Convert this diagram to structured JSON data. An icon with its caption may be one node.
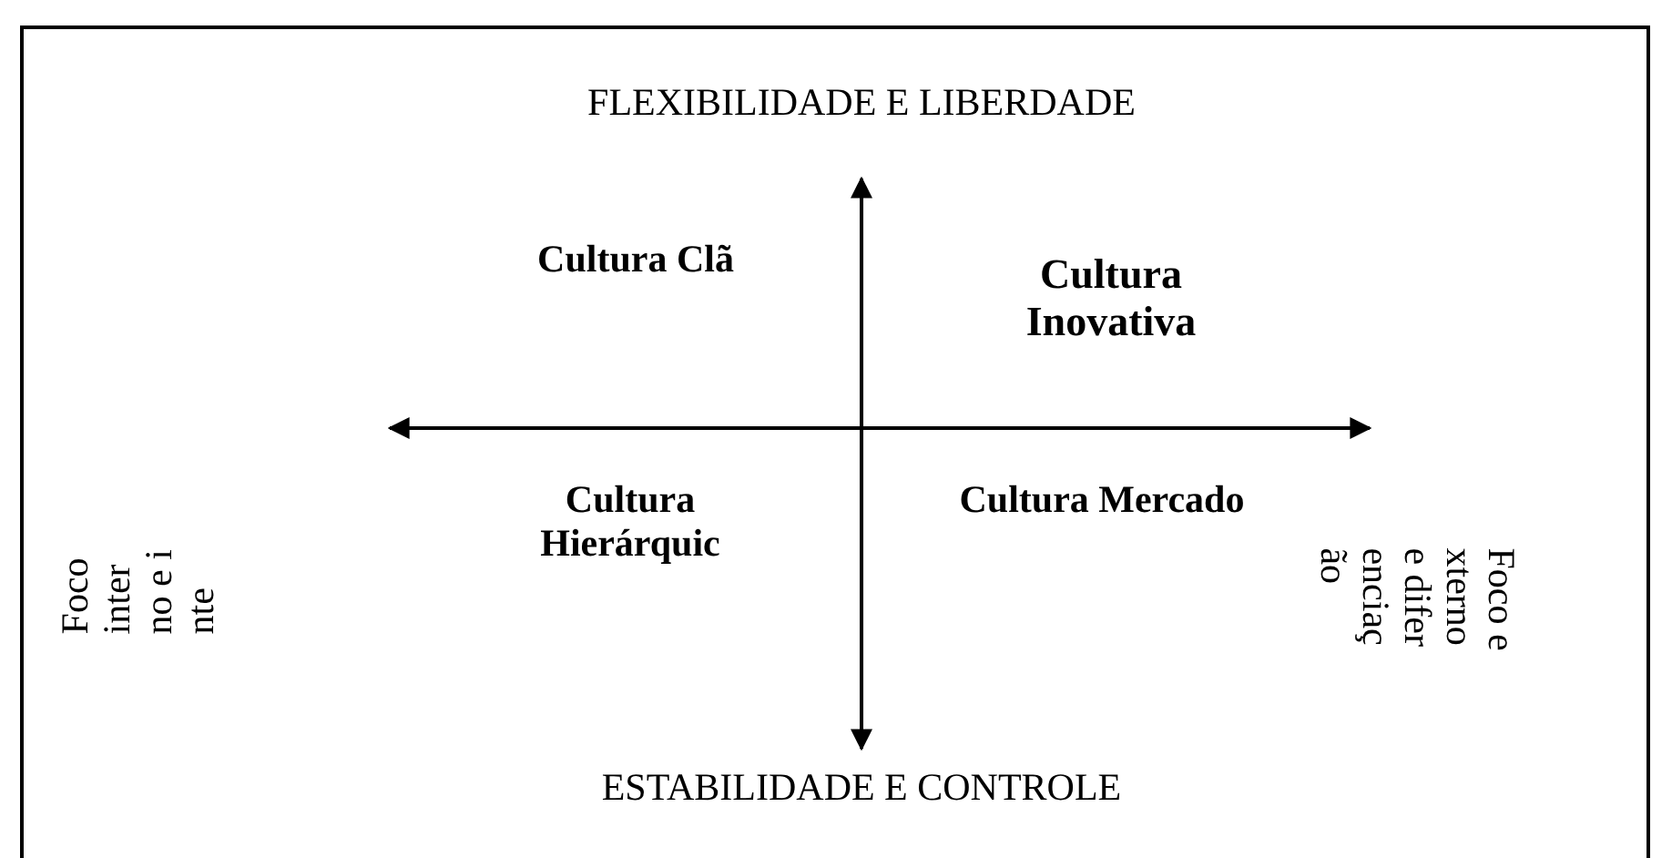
{
  "diagram": {
    "labels": [
      "FLEXIBILIDADE E LIBERDADE",
      "Cultura Clã",
      "Cultura Inovativa",
      "Foco interno e inte",
      "Cultura Hierárquic",
      "Cultura Mercado",
      "Foco externo e diferenciação",
      "ESTABILIDADE E CONTROLE"
    ]
  }
}
